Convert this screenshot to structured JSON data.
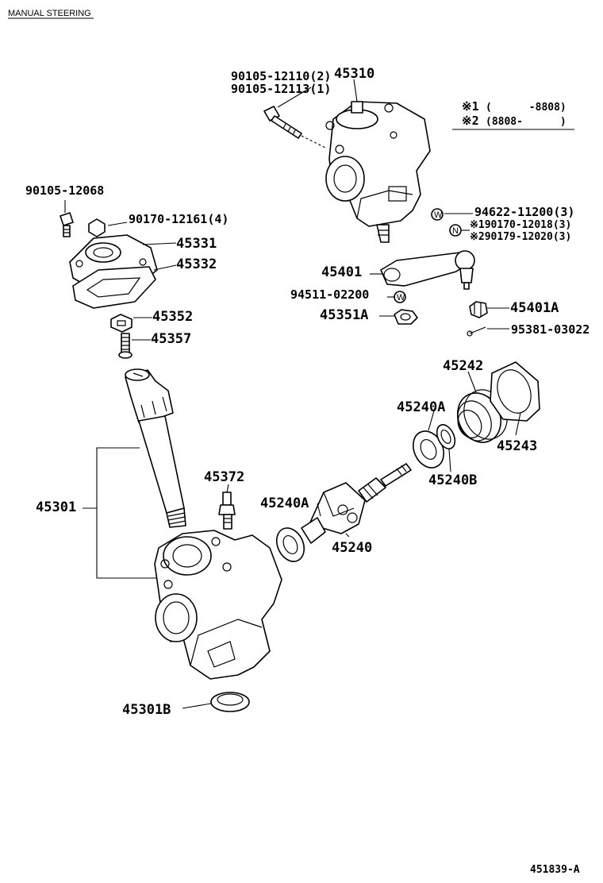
{
  "header": {
    "title": "MANUAL STEERING"
  },
  "legend": {
    "row1": {
      "mark": "※1",
      "text": "(      -8808)"
    },
    "row2": {
      "mark": "※2",
      "text": "(8808-      )"
    }
  },
  "labels": {
    "p45310": "45310",
    "p90105_12110": "90105-12110(2)",
    "p90105_12113": "90105-12113(1)",
    "p90105_12068": "90105-12068",
    "p90170_12161": "90170-12161(4)",
    "p45331": "45331",
    "p45332": "45332",
    "p94622": "94622-11200(3)",
    "p90170_12018": "※190170-12018(3)",
    "p90179_12020": "※290179-12020(3)",
    "p45401": "45401",
    "p94511": "94511-02200",
    "p45351A": "45351A",
    "p45401A": "45401A",
    "p95381": "95381-03022",
    "p45352": "45352",
    "p45357": "45357",
    "p45242": "45242",
    "p45240A_upper": "45240A",
    "p45243": "45243",
    "p45240B": "45240B",
    "p45372": "45372",
    "p45301": "45301",
    "p45240A_lower": "45240A",
    "p45240": "45240",
    "p45301B": "45301B"
  },
  "footer": {
    "code": "451839-A"
  },
  "icons": {
    "washer_mark": "W",
    "nut_mark": "N"
  }
}
